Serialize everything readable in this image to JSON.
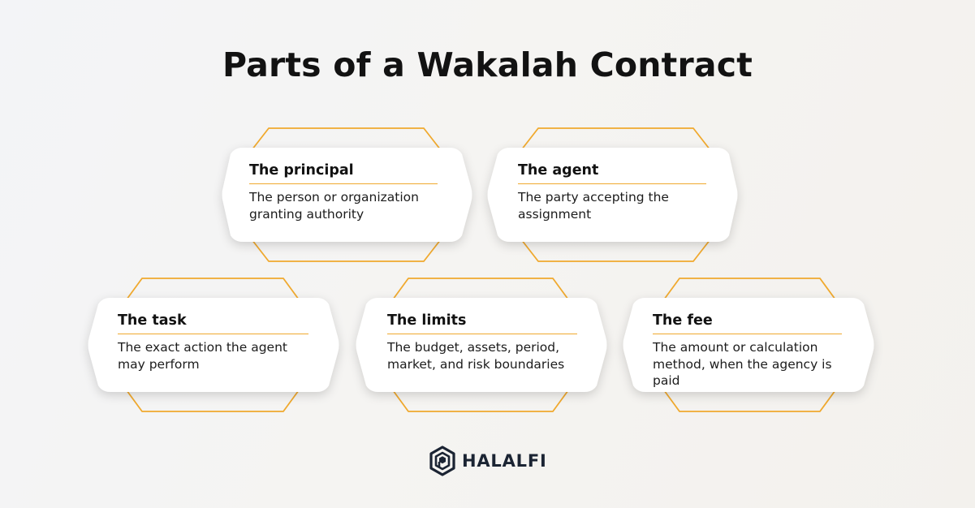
{
  "title": "Parts of a Wakalah Contract",
  "accent_color": "#f0a92e",
  "cards": [
    {
      "heading": "The principal",
      "description": "The person or organization granting authority"
    },
    {
      "heading": "The agent",
      "description": "The party accepting the assignment"
    },
    {
      "heading": "The task",
      "description": "The exact action the agent may perform"
    },
    {
      "heading": "The limits",
      "description": "The budget, assets, period, market, and risk boundaries"
    },
    {
      "heading": "The fee",
      "description": "The amount or calculation method, when the agency is paid"
    }
  ],
  "logo": {
    "text": "HALALFI",
    "icon": "hexagon-logo-icon"
  }
}
